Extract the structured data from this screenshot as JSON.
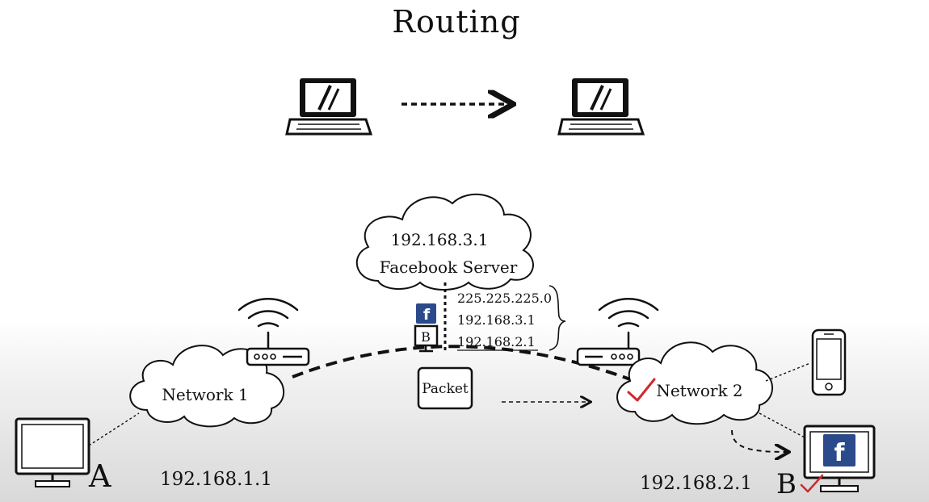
{
  "title": "Routing",
  "server": {
    "ip": "192.168.3.1",
    "name": "Facebook Server"
  },
  "routing_info": [
    "225.225.225.0",
    "192.168.3.1",
    "192.168.2.1"
  ],
  "packet": {
    "label": "Packet",
    "source_letter": "B",
    "dest_icon": "facebook-icon"
  },
  "network_1": {
    "label": "Network 1"
  },
  "network_2": {
    "label": "Network 2"
  },
  "host_a": {
    "letter": "A",
    "ip": "192.168.1.1"
  },
  "host_b": {
    "letter": "B",
    "ip": "192.168.2.1"
  },
  "icons": [
    "laptop-icon",
    "router-icon",
    "wifi-icon",
    "cloud-icon",
    "monitor-icon",
    "smartphone-icon",
    "facebook-icon",
    "checkmark-icon",
    "arrow-icon"
  ],
  "colors": {
    "facebook": "#2b4a8b",
    "check": "#d0282e"
  }
}
